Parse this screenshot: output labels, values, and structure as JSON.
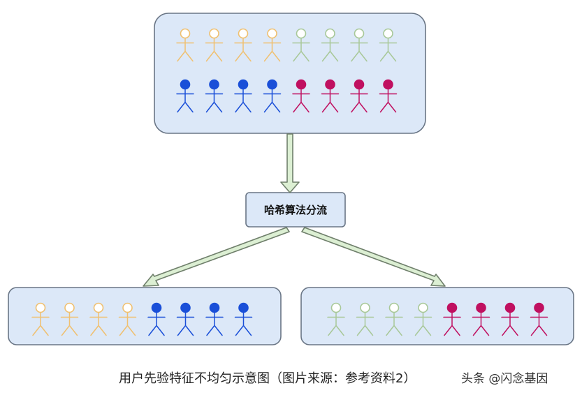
{
  "diagram": {
    "process_label": "哈希算法分流",
    "colors": {
      "yellow": "#f0c070",
      "green": "#a8c898",
      "blue": "#1a4fd8",
      "magenta": "#c01060",
      "box_fill": "#dce8f8",
      "arrow_fill": "#dcefd3"
    },
    "groups": {
      "source_row1": [
        "yellow",
        "yellow",
        "yellow",
        "yellow",
        "green",
        "green",
        "green",
        "green"
      ],
      "source_row2": [
        "blue",
        "blue",
        "blue",
        "blue",
        "magenta",
        "magenta",
        "magenta",
        "magenta"
      ],
      "left_target": [
        "yellow",
        "yellow",
        "yellow",
        "yellow",
        "blue",
        "blue",
        "blue",
        "blue"
      ],
      "right_target": [
        "green",
        "green",
        "green",
        "green",
        "magenta",
        "magenta",
        "magenta",
        "magenta"
      ]
    }
  },
  "caption": "用户先验特征不均匀示意图（图片来源：参考资料2）",
  "watermark": "头条 @闪念基因"
}
